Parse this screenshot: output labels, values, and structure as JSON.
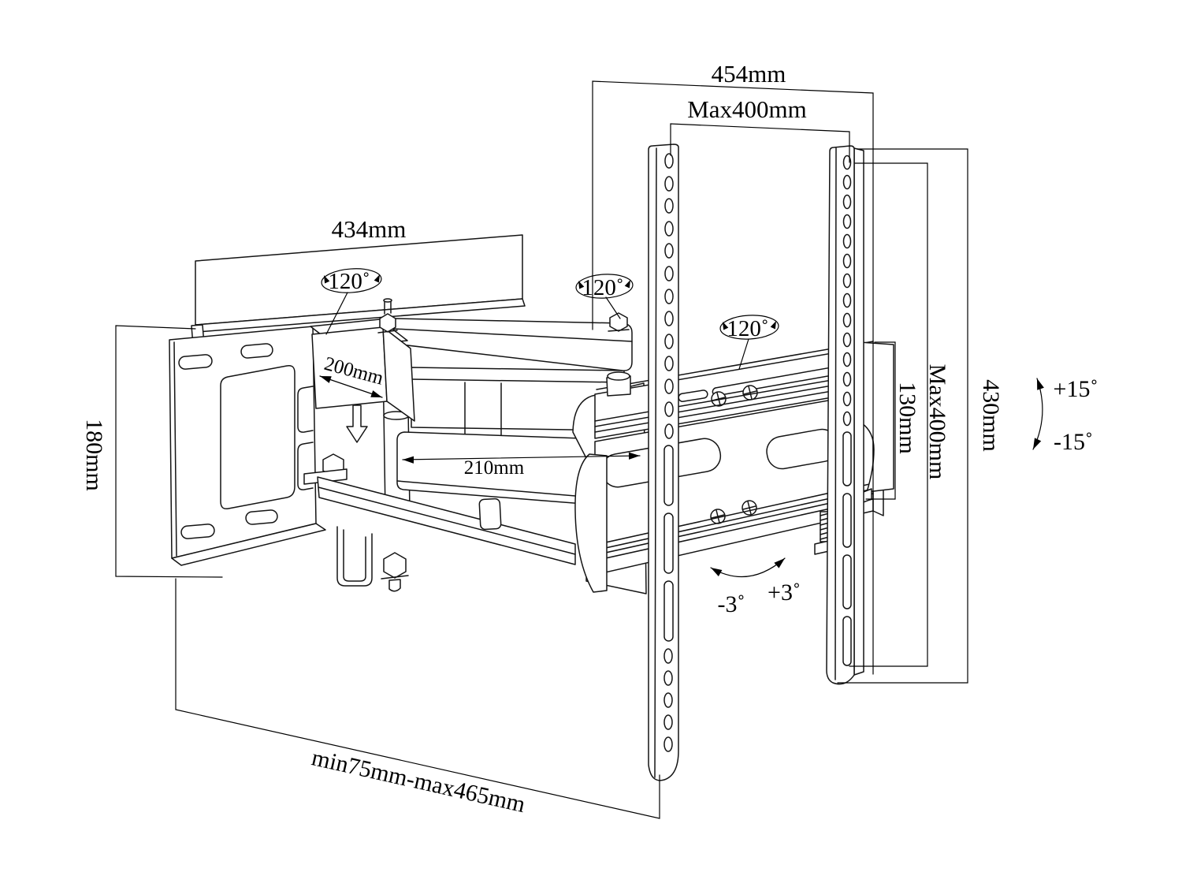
{
  "diagram": {
    "type": "technical line drawing",
    "subject": "Full-motion articulating TV wall mount bracket with dimension annotations",
    "background_color": "#ffffff",
    "line_color": "#000000"
  },
  "labels": {
    "overall_width": "454mm",
    "vesa_width": "Max400mm",
    "cover_plate_width": "434mm",
    "wall_plate_height": "180mm",
    "block_depth": "200mm",
    "arm_length": "210mm",
    "swivel_wall": "120˚",
    "swivel_elbow": "120˚",
    "swivel_tv": "120˚",
    "adapter_height": "130mm",
    "vesa_height": "Max400mm",
    "rail_height": "430mm",
    "tilt_up": "+15˚",
    "tilt_down": "-15˚",
    "roll_left": "-3˚",
    "roll_right": "+3˚",
    "extension_range": "min75mm-max465mm"
  }
}
